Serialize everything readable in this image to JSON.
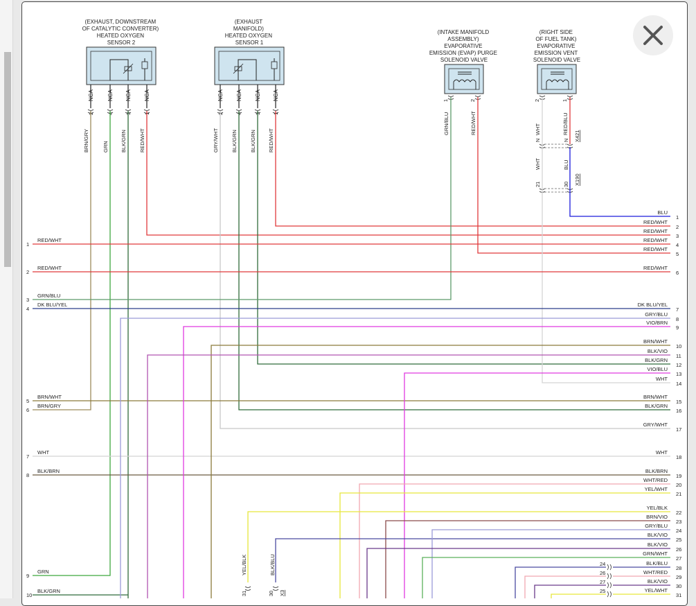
{
  "components": [
    {
      "lines": [
        "(EXHAUST, DOWNSTREAM",
        "OF CATALYTIC CONVERTER)",
        "HEATED OXYGEN",
        "SENSOR 2"
      ]
    },
    {
      "lines": [
        "(EXHAUST",
        "MANIFOLD)",
        "HEATED OXYGEN",
        "SENSOR 1"
      ]
    },
    {
      "lines": [
        "(INTAKE MANIFOLD",
        "ASSEMBLY)",
        "EVAPORATIVE",
        "EMISSION (EVAP) PURGE",
        "SOLENOID VALVE"
      ]
    },
    {
      "lines": [
        "(RIGHT SIDE",
        "OF FUEL TANK)",
        "EVAPORATIVE",
        "EMISSION VENT",
        "SOLENOID VALVE"
      ]
    }
  ],
  "sensor_pins": [
    {
      "nca": "NCA",
      "pin": "2",
      "wire": "BRN/GRY"
    },
    {
      "nca": "NCA",
      "pin": "4",
      "wire": "GRN"
    },
    {
      "nca": "NCA",
      "pin": "3",
      "wire": "BLK/GRN"
    },
    {
      "nca": "NCA",
      "pin": "1",
      "wire": "RED/WHT"
    },
    {
      "nca": "NCA",
      "pin": "2",
      "wire": "GRY/WHT"
    },
    {
      "nca": "NCA",
      "pin": "4",
      "wire": "BLK/GRN"
    },
    {
      "nca": "NCA",
      "pin": "3",
      "wire": "BLK/GRN"
    },
    {
      "nca": "NCA",
      "pin": "1",
      "wire": "RED/WHT"
    }
  ],
  "valve_pins": [
    {
      "pin": "1",
      "wire": "GRN/BLU"
    },
    {
      "pin": "2",
      "wire": "RED/WHT"
    },
    {
      "pin": "2",
      "wire": "WHT"
    },
    {
      "pin": "1",
      "wire": "RED/BLU"
    }
  ],
  "inline_connectors": {
    "x421": "X421",
    "x421_left": "N",
    "x421_right": "N",
    "x421_wire_left": "WHT",
    "x421_wire_right": "BLU",
    "x190": "X190",
    "x190_left": "21",
    "x190_right": "30",
    "x3": "X3",
    "x3_left": "31",
    "x3_right": "30",
    "x3_wire_left": "YEL/BLK",
    "x3_wire_right": "BLK/BLU"
  },
  "left_pins": [
    {
      "num": "1",
      "wire": "RED/WHT"
    },
    {
      "num": "2",
      "wire": "RED/WHT"
    },
    {
      "num": "3",
      "wire": "GRN/BLU"
    },
    {
      "num": "4",
      "wire": "DK BLU/YEL"
    },
    {
      "num": "5",
      "wire": "BRN/WHT"
    },
    {
      "num": "6",
      "wire": "BRN/GRY"
    },
    {
      "num": "7",
      "wire": "WHT"
    },
    {
      "num": "8",
      "wire": "BLK/BRN"
    },
    {
      "num": "9",
      "wire": "GRN"
    },
    {
      "num": "10",
      "wire": "BLK/GRN"
    }
  ],
  "right_pins": [
    {
      "num": "1",
      "wire": "BLU"
    },
    {
      "num": "2",
      "wire": "RED/WHT"
    },
    {
      "num": "3",
      "wire": "RED/WHT"
    },
    {
      "num": "4",
      "wire": "RED/WHT"
    },
    {
      "num": "5",
      "wire": "RED/WHT"
    },
    {
      "num": "6",
      "wire": "RED/WHT"
    },
    {
      "num": "7",
      "wire": "DK BLU/YEL"
    },
    {
      "num": "8",
      "wire": "GRY/BLU"
    },
    {
      "num": "9",
      "wire": "VIO/BRN"
    },
    {
      "num": "10",
      "wire": "BRN/WHT"
    },
    {
      "num": "11",
      "wire": "BLK/VIO"
    },
    {
      "num": "12",
      "wire": "BLK/GRN"
    },
    {
      "num": "13",
      "wire": "VIO/BLU"
    },
    {
      "num": "14",
      "wire": "WHT"
    },
    {
      "num": "15",
      "wire": "BRN/WHT"
    },
    {
      "num": "16",
      "wire": "BLK/GRN"
    },
    {
      "num": "17",
      "wire": "GRY/WHT"
    },
    {
      "num": "18",
      "wire": "WHT"
    },
    {
      "num": "19",
      "wire": "BLK/BRN"
    },
    {
      "num": "20",
      "wire": "WHT/RED"
    },
    {
      "num": "21",
      "wire": "YEL/WHT"
    },
    {
      "num": "22",
      "wire": "YEL/BLK"
    },
    {
      "num": "23",
      "wire": "BRN/VIO"
    },
    {
      "num": "24",
      "wire": "GRY/BLU"
    },
    {
      "num": "25",
      "wire": "BLK/VIO"
    },
    {
      "num": "26",
      "wire": "BLK/VIO"
    },
    {
      "num": "27",
      "wire": "GRN/WHT"
    },
    {
      "num": "28",
      "wire": "BLK/BLU"
    },
    {
      "num": "29",
      "wire": "WHT/RED"
    },
    {
      "num": "30",
      "wire": "BLK/VIO"
    },
    {
      "num": "31",
      "wire": "YEL/WHT"
    }
  ],
  "sub_connector_pins": [
    "24",
    "26",
    "27",
    "25"
  ],
  "wire_colors": {
    "red": "#e0393b",
    "blue": "#1a1adb",
    "green": "#3fa83f",
    "grn_blu": "#5c9a6a",
    "dkblu": "#2c3d8a",
    "gry": "#9a9ad8",
    "gry_wht": "#c8c8c8",
    "vio": "#e03ae0",
    "vio_brn": "#b055b0",
    "brn": "#8a7a3a",
    "brn_gry": "#9c8a5a",
    "blk_grn": "#2f6b3a",
    "blk_brn": "#6a5a40",
    "wht": "#d4d4d4",
    "pink": "#f0a8b0",
    "yel": "#e6e63a",
    "brn_vio": "#8a4a4a",
    "blk_vio": "#6a3a8a",
    "grn_wht": "#5ab05a",
    "blk_blu": "#4a4aa0"
  },
  "close_icon": "close-icon"
}
